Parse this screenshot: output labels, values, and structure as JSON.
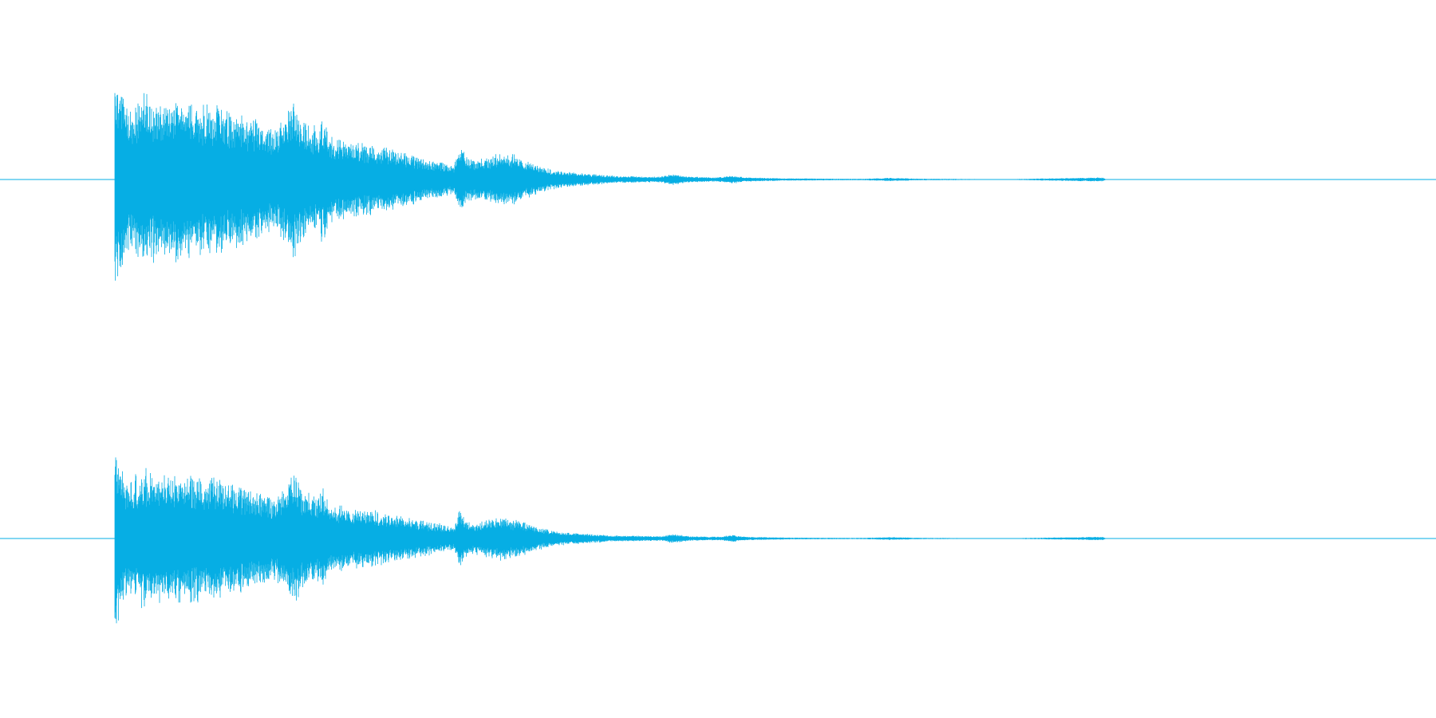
{
  "chart_data": {
    "type": "area",
    "x_unit": "relative-time",
    "y_unit": "amplitude",
    "x_range": [
      0,
      1
    ],
    "y_range": [
      -1,
      1
    ],
    "grid": false,
    "legend": "none",
    "color": "#06aee4",
    "channels": [
      {
        "envelope": [
          [
            0.0799,
            0.88
          ],
          [
            0.082,
            0.72
          ],
          [
            0.09,
            0.52
          ],
          [
            0.1,
            0.62
          ],
          [
            0.11,
            0.58
          ],
          [
            0.12,
            0.6
          ],
          [
            0.13,
            0.56
          ],
          [
            0.14,
            0.55
          ],
          [
            0.15,
            0.53
          ],
          [
            0.16,
            0.5
          ],
          [
            0.17,
            0.47
          ],
          [
            0.18,
            0.44
          ],
          [
            0.19,
            0.35
          ],
          [
            0.2,
            0.5
          ],
          [
            0.206,
            0.58
          ],
          [
            0.21,
            0.44
          ],
          [
            0.22,
            0.38
          ],
          [
            0.225,
            0.45
          ],
          [
            0.23,
            0.31
          ],
          [
            0.24,
            0.28
          ],
          [
            0.25,
            0.26
          ],
          [
            0.26,
            0.25
          ],
          [
            0.27,
            0.22
          ],
          [
            0.28,
            0.2
          ],
          [
            0.29,
            0.17
          ],
          [
            0.3,
            0.14
          ],
          [
            0.31,
            0.12
          ],
          [
            0.316,
            0.1
          ],
          [
            0.32,
            0.25
          ],
          [
            0.325,
            0.16
          ],
          [
            0.33,
            0.14
          ],
          [
            0.34,
            0.16
          ],
          [
            0.35,
            0.2
          ],
          [
            0.36,
            0.17
          ],
          [
            0.37,
            0.12
          ],
          [
            0.38,
            0.08
          ],
          [
            0.39,
            0.06
          ],
          [
            0.41,
            0.04
          ],
          [
            0.43,
            0.025
          ],
          [
            0.46,
            0.02
          ],
          [
            0.468,
            0.04
          ],
          [
            0.48,
            0.02
          ],
          [
            0.5,
            0.015
          ],
          [
            0.51,
            0.03
          ],
          [
            0.52,
            0.015
          ],
          [
            0.55,
            0.008
          ],
          [
            0.58,
            0.006
          ],
          [
            0.6,
            0.005
          ],
          [
            0.62,
            0.012
          ],
          [
            0.64,
            0.006
          ],
          [
            0.67,
            0.004
          ],
          [
            0.7,
            0.002
          ],
          [
            0.768,
            0.015
          ],
          [
            0.77,
            0.002
          ],
          [
            1.0,
            0.0
          ]
        ]
      },
      {
        "envelope": [
          [
            0.0799,
            0.86
          ],
          [
            0.082,
            0.7
          ],
          [
            0.09,
            0.5
          ],
          [
            0.1,
            0.6
          ],
          [
            0.11,
            0.56
          ],
          [
            0.12,
            0.58
          ],
          [
            0.13,
            0.55
          ],
          [
            0.14,
            0.54
          ],
          [
            0.15,
            0.51
          ],
          [
            0.16,
            0.48
          ],
          [
            0.17,
            0.45
          ],
          [
            0.18,
            0.42
          ],
          [
            0.19,
            0.34
          ],
          [
            0.2,
            0.48
          ],
          [
            0.206,
            0.56
          ],
          [
            0.21,
            0.42
          ],
          [
            0.22,
            0.37
          ],
          [
            0.225,
            0.43
          ],
          [
            0.23,
            0.3
          ],
          [
            0.24,
            0.27
          ],
          [
            0.25,
            0.25
          ],
          [
            0.26,
            0.24
          ],
          [
            0.27,
            0.21
          ],
          [
            0.28,
            0.19
          ],
          [
            0.29,
            0.16
          ],
          [
            0.3,
            0.14
          ],
          [
            0.31,
            0.12
          ],
          [
            0.316,
            0.1
          ],
          [
            0.32,
            0.24
          ],
          [
            0.325,
            0.16
          ],
          [
            0.33,
            0.14
          ],
          [
            0.34,
            0.16
          ],
          [
            0.35,
            0.19
          ],
          [
            0.36,
            0.16
          ],
          [
            0.37,
            0.12
          ],
          [
            0.38,
            0.08
          ],
          [
            0.39,
            0.06
          ],
          [
            0.41,
            0.04
          ],
          [
            0.43,
            0.025
          ],
          [
            0.46,
            0.02
          ],
          [
            0.468,
            0.04
          ],
          [
            0.48,
            0.02
          ],
          [
            0.5,
            0.015
          ],
          [
            0.51,
            0.03
          ],
          [
            0.52,
            0.015
          ],
          [
            0.55,
            0.008
          ],
          [
            0.58,
            0.006
          ],
          [
            0.6,
            0.005
          ],
          [
            0.62,
            0.012
          ],
          [
            0.64,
            0.006
          ],
          [
            0.67,
            0.004
          ],
          [
            0.7,
            0.002
          ],
          [
            0.768,
            0.015
          ],
          [
            0.77,
            0.002
          ],
          [
            1.0,
            0.0
          ]
        ]
      }
    ]
  }
}
